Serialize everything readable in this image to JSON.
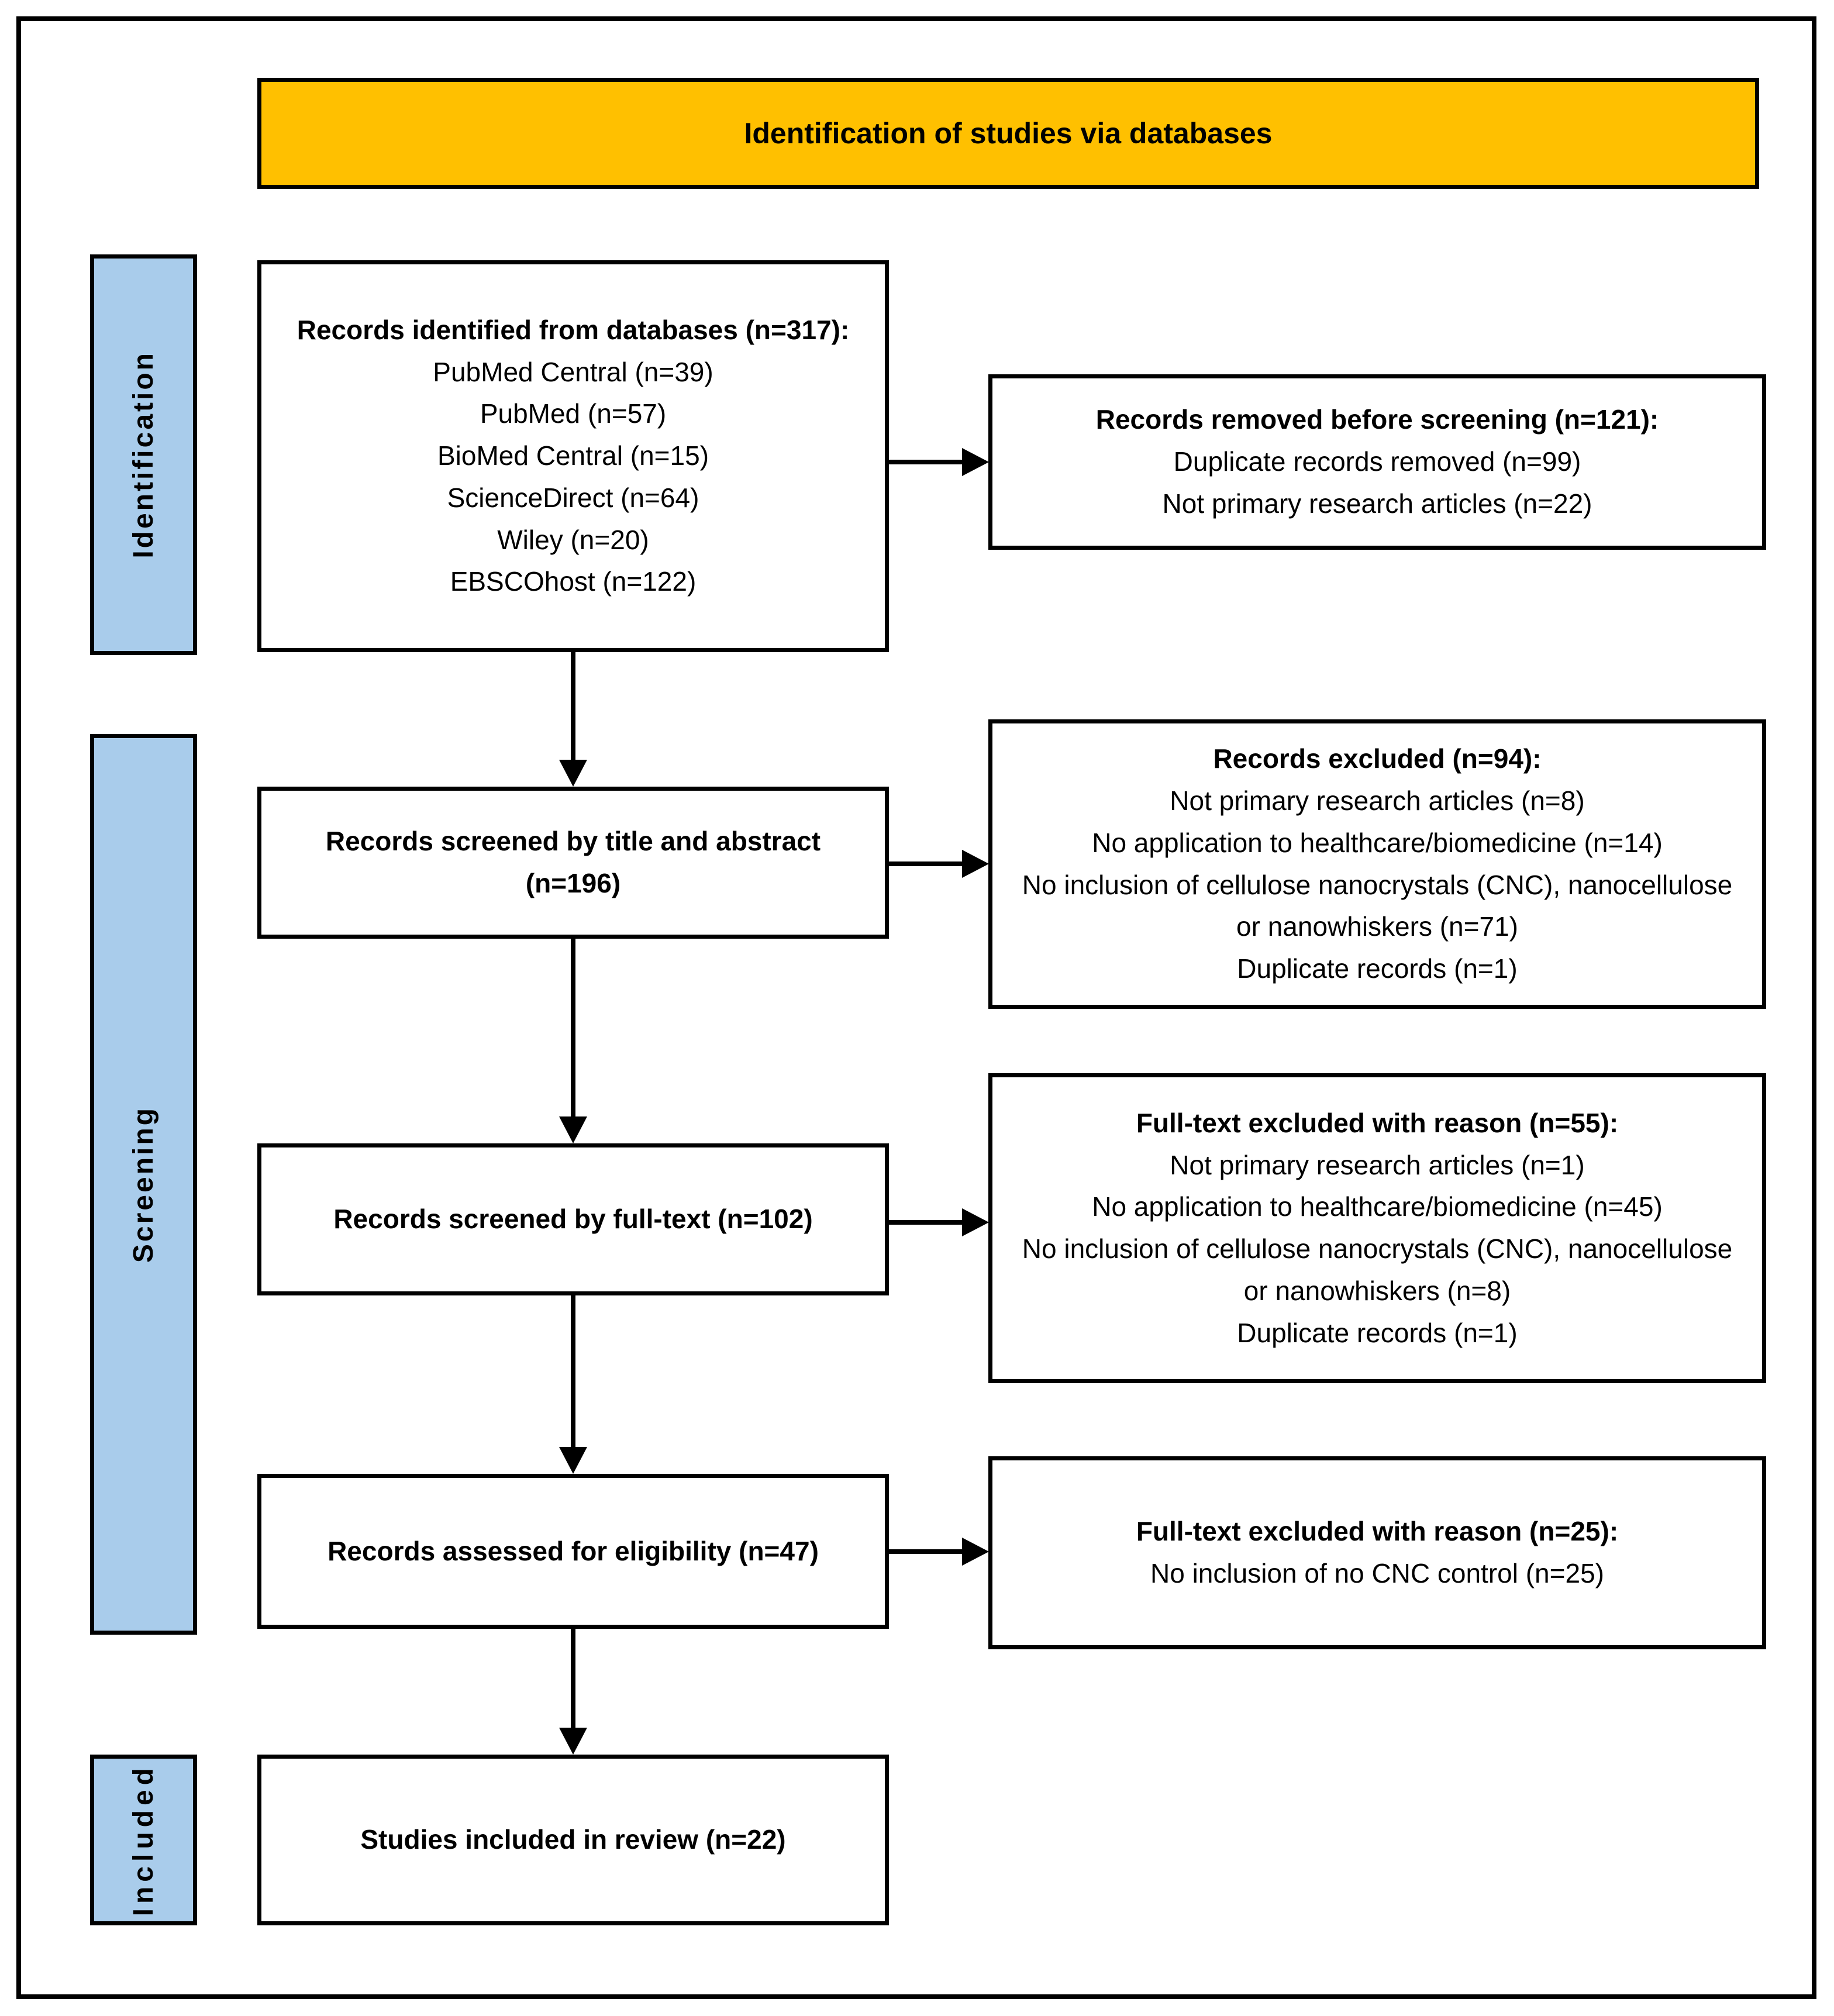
{
  "banner": {
    "title": "Identification of studies via databases"
  },
  "stages": {
    "identification": "Identification",
    "screening": "Screening",
    "included": "Included"
  },
  "boxes": {
    "identified": {
      "title": "Records identified from databases (n=317):",
      "lines": [
        "PubMed Central (n=39)",
        "PubMed (n=57)",
        "BioMed Central (n=15)",
        "ScienceDirect (n=64)",
        "Wiley (n=20)",
        "EBSCOhost (n=122)"
      ]
    },
    "removed_before_screening": {
      "title": "Records removed before screening (n=121):",
      "lines": [
        "Duplicate records removed (n=99)",
        "Not primary research articles (n=22)"
      ]
    },
    "screened_title_abstract": {
      "title": "Records screened by title and abstract (n=196)"
    },
    "records_excluded": {
      "title": "Records excluded (n=94):",
      "lines": [
        "Not primary research articles (n=8)",
        "No application to healthcare/biomedicine (n=14)",
        "No inclusion of cellulose nanocrystals (CNC), nanocellulose or nanowhiskers (n=71)",
        "Duplicate records (n=1)"
      ]
    },
    "screened_full_text": {
      "title": "Records screened by full-text (n=102)"
    },
    "full_text_excluded_55": {
      "title": "Full-text excluded with reason (n=55):",
      "lines": [
        "Not primary research articles (n=1)",
        "No application to healthcare/biomedicine (n=45)",
        "No inclusion of cellulose nanocrystals (CNC), nanocellulose or nanowhiskers (n=8)",
        "Duplicate records (n=1)"
      ]
    },
    "assessed_eligibility": {
      "title": "Records assessed for eligibility (n=47)"
    },
    "full_text_excluded_25": {
      "title": "Full-text excluded with reason (n=25):",
      "lines": [
        "No inclusion of no CNC control (n=25)"
      ]
    },
    "included_in_review": {
      "title": "Studies included in review (n=22)"
    }
  },
  "colors": {
    "banner": "#FFC000",
    "stage": "#A9CCEB",
    "box": "#FFFFFF",
    "line": "#000000"
  }
}
